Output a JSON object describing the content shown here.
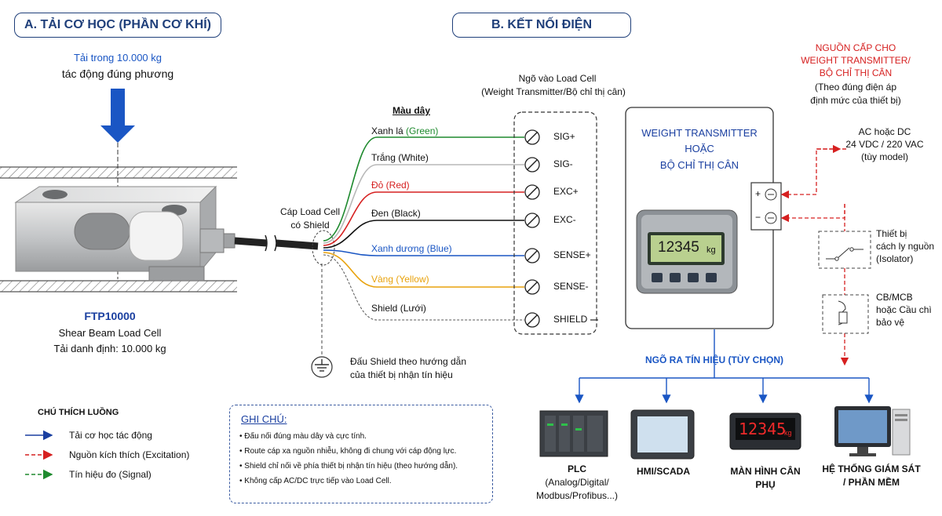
{
  "header_a": "A. TẢI CƠ HỌC (PHẦN CƠ KHÍ)",
  "header_b": "B. KẾT NỐI ĐIỆN",
  "load": {
    "line1": "Tải trong 10.000 kg",
    "line2": "tác động đúng phương"
  },
  "load_cell": {
    "model": "FTP10000",
    "type": "Shear Beam Load Cell",
    "rated": "Tải danh định: 10.000 kg"
  },
  "cable_label": {
    "line1": "Cáp Load Cell",
    "line2": "có Shield"
  },
  "wire_color_header": "Màu dây",
  "wires": [
    {
      "label": "Xanh lá",
      "sub": "(Green)",
      "terminal": "SIG+",
      "color": "#1e8a2e"
    },
    {
      "label": "Trắng (White)",
      "sub": "",
      "terminal": "SIG-",
      "color": "#b8b8b8"
    },
    {
      "label": "Đỏ (Red)",
      "sub": "",
      "terminal": "EXC+",
      "color": "#d62020"
    },
    {
      "label": "Đen (Black)",
      "sub": "",
      "terminal": "EXC-",
      "color": "#111111"
    },
    {
      "label": "Xanh dương (Blue)",
      "sub": "",
      "terminal": "SENSE+",
      "color": "#1a56c4"
    },
    {
      "label": "Vàng (Yellow)",
      "sub": "",
      "terminal": "SENSE-",
      "color": "#e8a20c"
    },
    {
      "label": "Shield (Lưới)",
      "sub": "",
      "terminal": "SHIELD",
      "color": "#555555"
    }
  ],
  "input_title": {
    "line1": "Ngõ vào Load Cell",
    "line2": "(Weight Transmitter/Bộ chỉ thị cân)"
  },
  "transmitter": {
    "line1": "WEIGHT TRANSMITTER",
    "line2": "HOẶC",
    "line3": "BỘ CHỈ THỊ CÂN",
    "display_value": "12345",
    "display_unit": "kg"
  },
  "power_source": {
    "line1": "NGUỒN CẤP CHO",
    "line2": "WEIGHT TRANSMITTER/",
    "line3": "BỘ CHỈ THỊ CÂN",
    "note1": "(Theo đúng điện áp",
    "note2": "định mức của thiết bị)"
  },
  "supply_spec": {
    "line1": "AC hoặc DC",
    "line2": "24 VDC / 220 VAC",
    "line3": "(tùy model)"
  },
  "power_terminals": {
    "plus": "+",
    "minus": "−"
  },
  "isolator": {
    "line1": "Thiết bị",
    "line2": "cách ly nguồn",
    "line3": "(Isolator)"
  },
  "breaker": {
    "line1": "CB/MCB",
    "line2": "hoặc Cầu chì",
    "line3": "bảo vệ"
  },
  "shield_ground": {
    "line1": "Đấu Shield theo hướng dẫn",
    "line2": "của thiết bị nhận tín hiệu"
  },
  "output_title": "NGÕ RA TÍN HIỆU (TÙY CHỌN)",
  "outputs": {
    "plc": {
      "line1": "PLC",
      "line2": "(Analog/Digital/",
      "line3": "Modbus/Profibus...)"
    },
    "hmi": {
      "line1": "HMI/SCADA"
    },
    "remote": {
      "line1": "MÀN HÌNH CÂN",
      "line2": "PHỤ",
      "display_value": "12345",
      "unit": "kg"
    },
    "monitor": {
      "line1": "HỆ THỐNG GIÁM SÁT",
      "line2": "/ PHẦN MỀM"
    }
  },
  "legend": {
    "title": "CHÚ THÍCH LUỒNG",
    "items": [
      {
        "label": "Tải cơ học tác động",
        "color": "#1a3fa0"
      },
      {
        "label": "Nguồn kích thích (Excitation)",
        "color": "#d62020"
      },
      {
        "label": "Tín hiệu đo (Signal)",
        "color": "#1e8a2e"
      }
    ]
  },
  "notes": {
    "title": "GHI CHÚ:",
    "items": [
      "Đấu nối đúng màu dây và cực tính.",
      "Route cáp xa nguồn nhiễu, không đi chung với cáp động lực.",
      "Shield chỉ nối về phía thiết bị nhận tín hiệu (theo hướng dẫn).",
      "Không cấp AC/DC trực tiếp vào Load Cell."
    ]
  }
}
